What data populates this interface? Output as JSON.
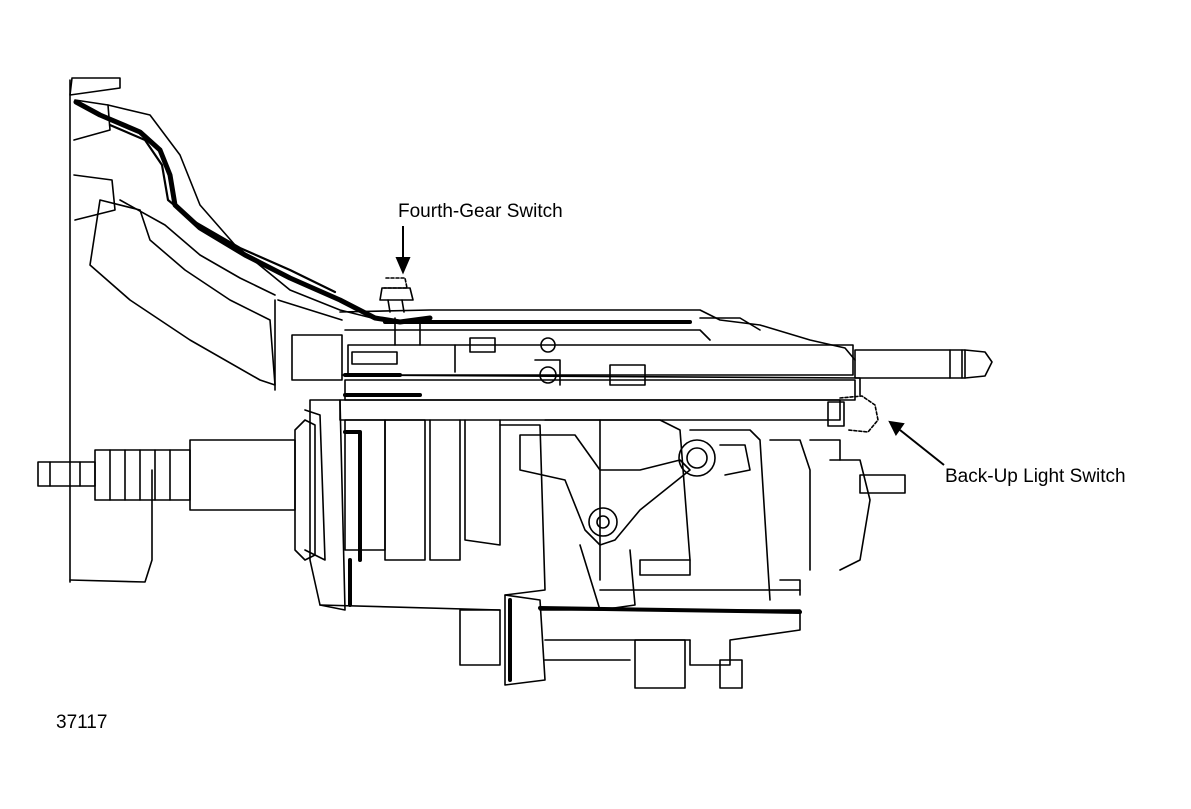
{
  "labels": {
    "fourth_gear_switch": "Fourth-Gear Switch",
    "back_up_light_switch": "Back-Up Light Switch",
    "figure_number": "37117"
  },
  "colors": {
    "ink": "#000000",
    "paper": "#ffffff"
  }
}
